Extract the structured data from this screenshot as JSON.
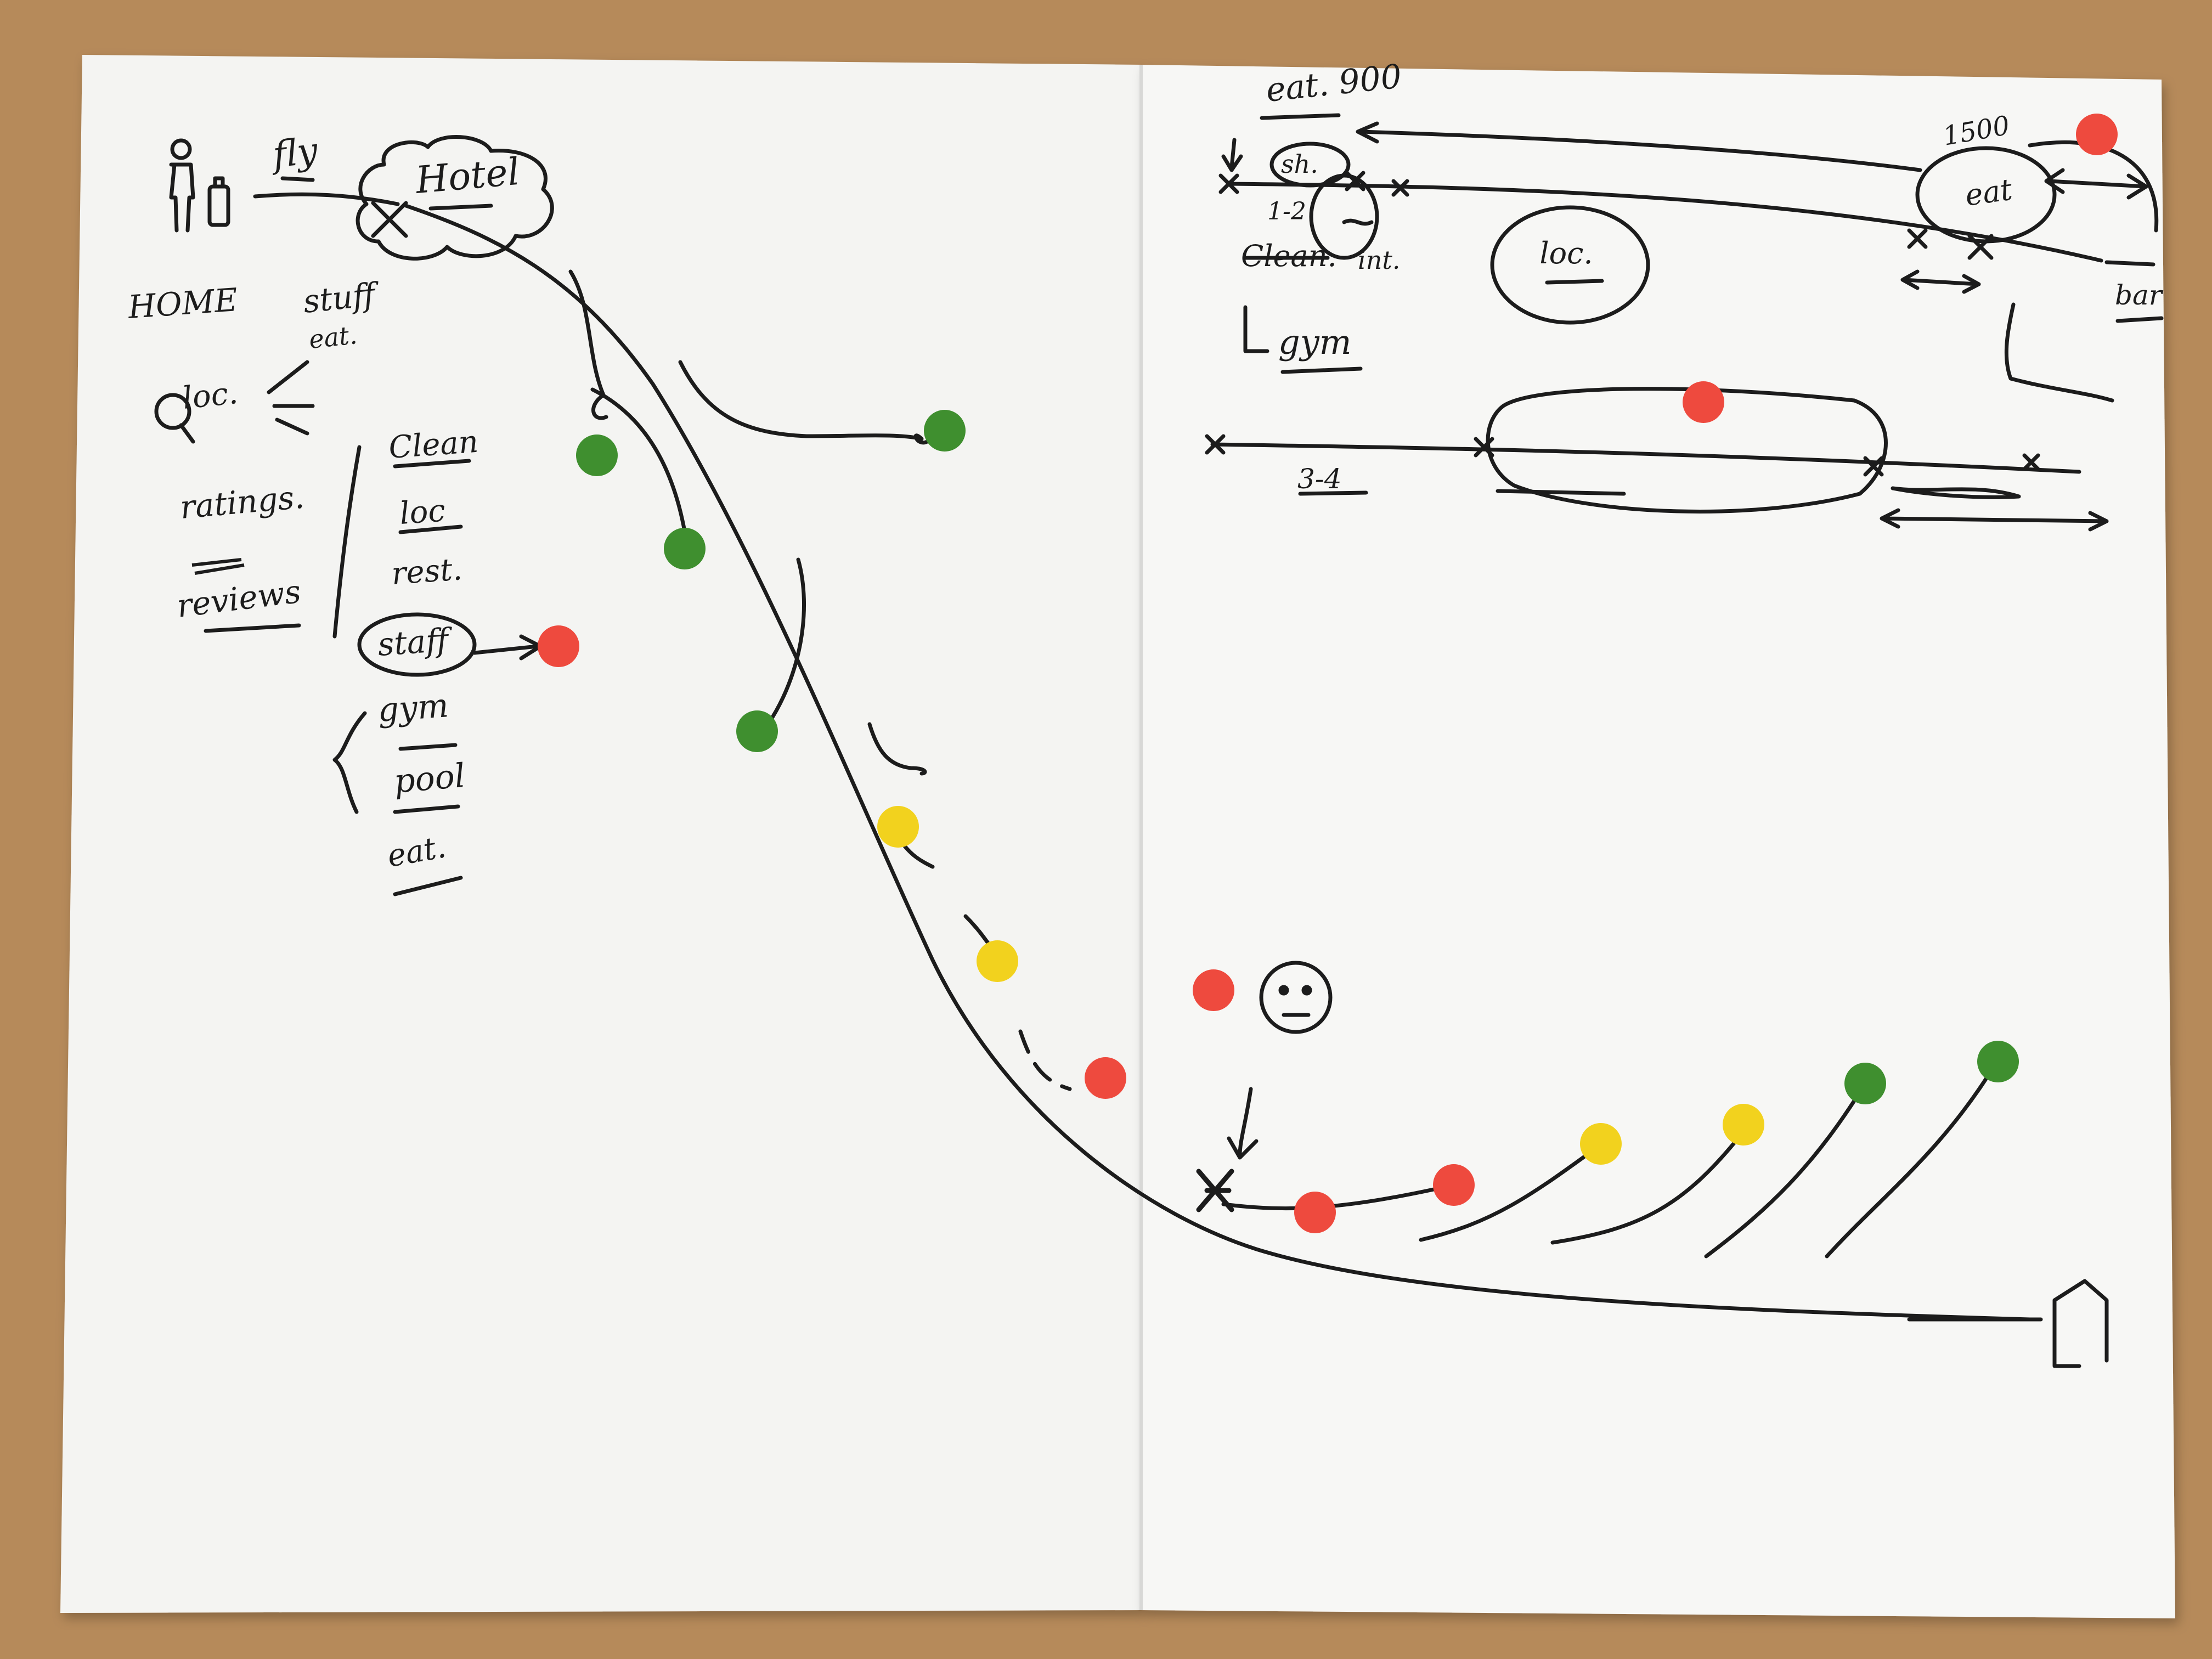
{
  "colors": {
    "wood": "#b68a5a",
    "paper": "#f6f6f4",
    "ink": "#1c1c1c",
    "sticker_green": "#3f8f2f",
    "sticker_yellow": "#f2d21e",
    "sticker_red": "#ee4a3e"
  },
  "left_page": {
    "fly": "fly",
    "hotel": "Hotel",
    "home": "HOME",
    "stuff": "stuff",
    "eat": "eat.",
    "loc": "loc.",
    "ratings": "ratings.",
    "reviews": "reviews",
    "criteria": [
      "Clean",
      "loc",
      "rest.",
      "staff",
      "gym",
      "pool",
      "eat."
    ]
  },
  "right_page": {
    "eat_time": "eat. 900",
    "sh": "sh.",
    "range_1_2": "1-2",
    "clean": "Clean.",
    "int": "int.",
    "loc": "loc.",
    "gym": "gym",
    "time_1500": "1500",
    "eat": "eat",
    "bar": "bar",
    "range_3_4": "3-4"
  },
  "stickers": {
    "branch_top": [
      "green",
      "green",
      "green",
      "green"
    ],
    "curve": [
      "yellow",
      "yellow",
      "red"
    ],
    "annotations": [
      "red",
      "red",
      "red",
      "red"
    ],
    "rising": [
      "red",
      "red",
      "yellow",
      "yellow",
      "green",
      "green"
    ]
  }
}
